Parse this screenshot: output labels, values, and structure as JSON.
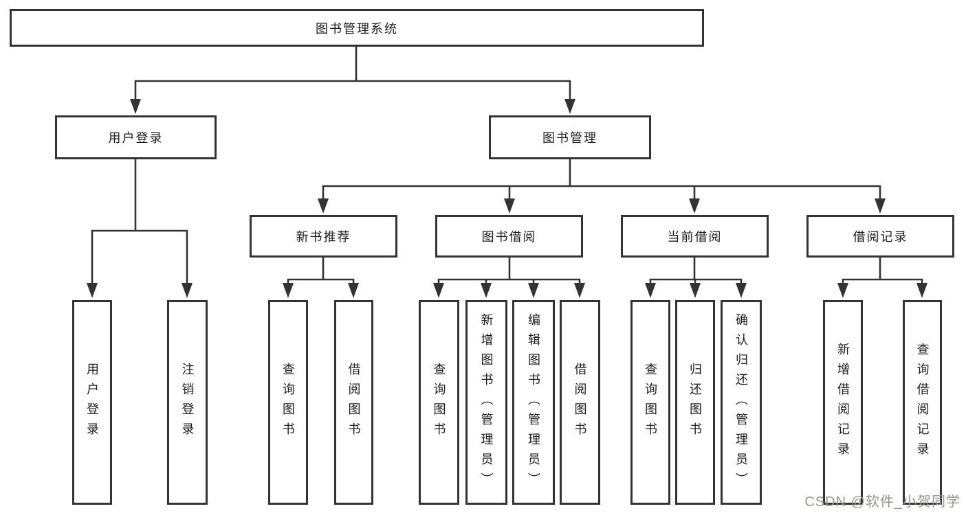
{
  "diagram": {
    "root": {
      "label": "图书管理系统"
    },
    "branches": [
      {
        "label": "用户登录",
        "children": [
          {
            "label": "用户登录"
          },
          {
            "label": "注销登录"
          }
        ]
      },
      {
        "label": "图书管理",
        "children": [
          {
            "label": "新书推荐",
            "children": [
              {
                "label": "查询图书"
              },
              {
                "label": "借阅图书"
              }
            ]
          },
          {
            "label": "图书借阅",
            "children": [
              {
                "label": "查询图书"
              },
              {
                "label": "新增图书（管理员）"
              },
              {
                "label": "编辑图书（管理员）"
              },
              {
                "label": "借阅图书"
              }
            ]
          },
          {
            "label": "当前借阅",
            "children": [
              {
                "label": "查询图书"
              },
              {
                "label": "归还图书"
              },
              {
                "label": "确认归还（管理员）"
              }
            ]
          },
          {
            "label": "借阅记录",
            "children": [
              {
                "label": "新增借阅记录"
              },
              {
                "label": "查询借阅记录"
              }
            ]
          }
        ]
      }
    ]
  },
  "watermark": {
    "text": "CSDN @软件_小贺同学"
  },
  "colors": {
    "line": "#333333",
    "box_border": "#333333",
    "box_fill": "#ffffff",
    "text": "#1c1c1c",
    "watermark": "#9e9090",
    "background": "#ffffff"
  }
}
